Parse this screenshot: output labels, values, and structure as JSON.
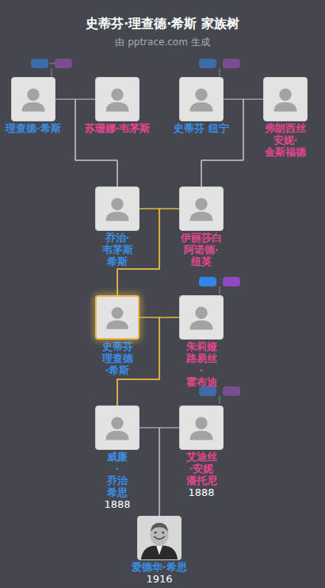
{
  "diagram": {
    "title": "史蒂芬·理查德·希斯 家族树",
    "caption": "由 pptrace.com 生成",
    "nodes": [
      {
        "text": [
          "理查德·希斯"
        ]
      },
      {
        "text": [
          "苏珊娜·韦茅斯"
        ]
      },
      {
        "text": [
          "史蒂芬 纽宁"
        ]
      },
      {
        "text": [
          "弗朗西丝 安妮·金斯福德"
        ]
      },
      {
        "text": [
          "乔治·韦茅斯 希斯"
        ]
      },
      {
        "text": [
          "伊丽莎白 阿诺德·纽英"
        ]
      },
      {
        "text": [
          "史蒂芬 理查德·希斯"
        ]
      },
      {
        "text": [
          "朱莉娅 路易丝·霍布迪"
        ]
      },
      {
        "text": [
          "威廉·乔治 希思",
          "1888"
        ]
      },
      {
        "text": [
          "艾迪丝·安妮 潘托尼",
          "1888"
        ]
      },
      {
        "text": [
          "爱德华·希思",
          "1916"
        ]
      }
    ],
    "edges": [
      {
        "from": 0,
        "to": 4,
        "arrow": "none"
      },
      {
        "from": 1,
        "to": 4,
        "arrow": "none"
      },
      {
        "from": 2,
        "to": 5,
        "arrow": "none"
      },
      {
        "from": 3,
        "to": 5,
        "arrow": "none"
      },
      {
        "from": 4,
        "to": 6,
        "arrow": "none"
      },
      {
        "from": 5,
        "to": 6,
        "arrow": "none"
      },
      {
        "from": 6,
        "to": 8,
        "arrow": "none"
      },
      {
        "from": 7,
        "to": 8,
        "arrow": "none"
      },
      {
        "from": 8,
        "to": 10,
        "arrow": "none"
      },
      {
        "from": 9,
        "to": 10,
        "arrow": "none"
      }
    ]
  }
}
